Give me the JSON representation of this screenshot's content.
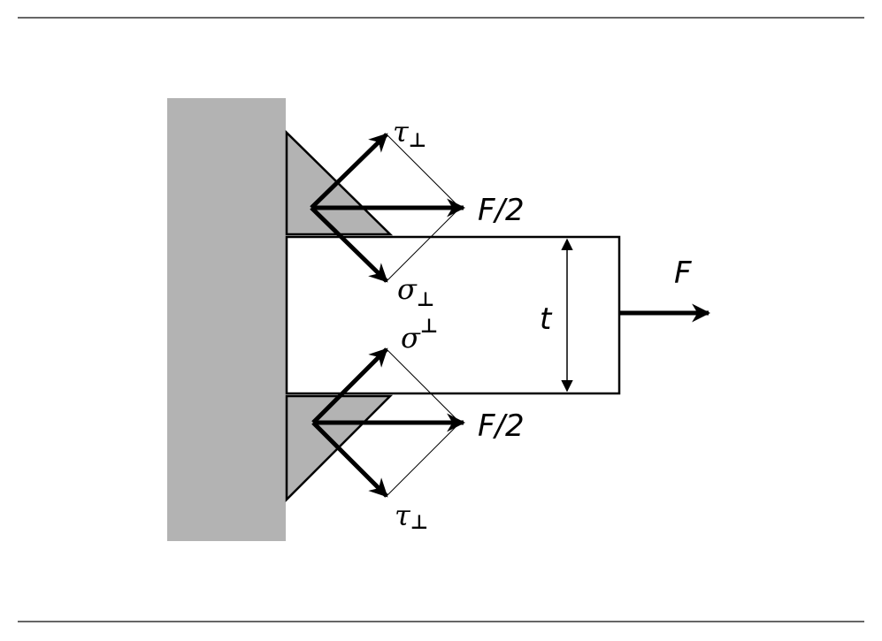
{
  "labels": {
    "tau_top": "τ",
    "tau_top_sub": "⊥",
    "force_half_top": "F/2",
    "sigma_top": "σ",
    "sigma_top_sub": "⊥",
    "force": "F",
    "thickness": "t",
    "sigma_bottom": "σ",
    "sigma_bottom_sup": "⊥",
    "force_half_bottom": "F/2",
    "tau_bottom": "τ",
    "tau_bottom_sub": "⊥"
  },
  "colors": {
    "wall": "#b3b3b3",
    "weld": "#b3b3b3",
    "ink": "#000000",
    "rule": "#333333"
  }
}
